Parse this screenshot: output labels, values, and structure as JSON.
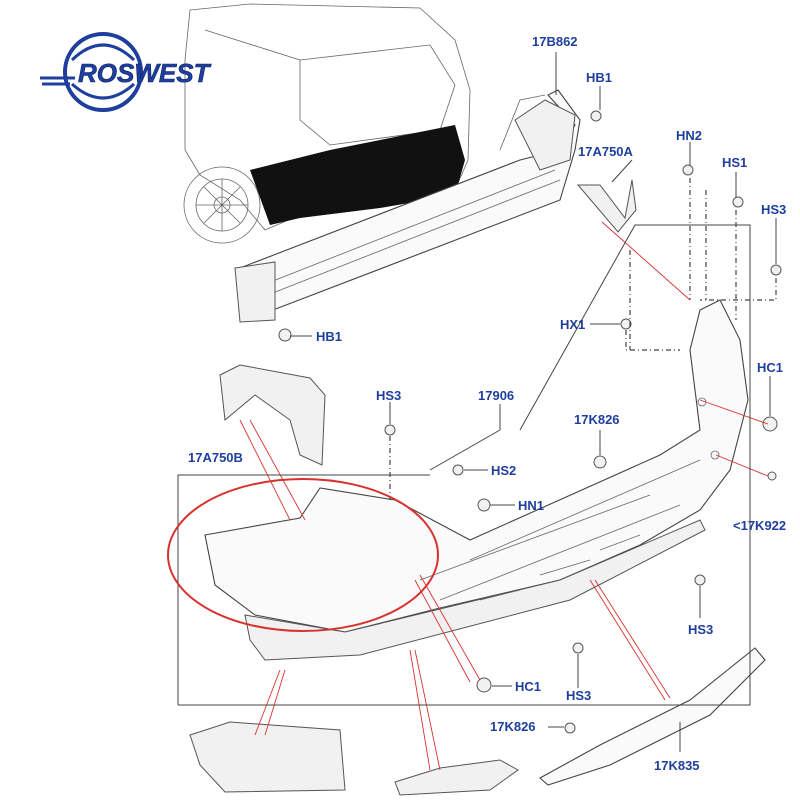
{
  "logo": {
    "text": "ROSWEST",
    "color": "#1f3f9e"
  },
  "colors": {
    "label": "#1f3f9e",
    "highlight": "#d8322e",
    "linework": "#444444"
  },
  "labels": {
    "p17B862": "17B862",
    "pHB1_top": "HB1",
    "pHB1_bottom": "HB1",
    "p17A750A": "17A750A",
    "pHN2": "HN2",
    "pHS1": "HS1",
    "pHS3_right_top": "HS3",
    "pHX1": "HX1",
    "pHC1_right": "HC1",
    "pHS3_mid": "HS3",
    "p17906": "17906",
    "p17K826_mid": "17K826",
    "p17A750B": "17A750B",
    "pHS2": "HS2",
    "pHN1": "HN1",
    "p17K922": "<17K922",
    "pHS3_lower_right": "HS3",
    "pHC1_bottom": "HC1",
    "pHS3_bottom": "HS3",
    "p17K826_bottom": "17K826",
    "p17K835": "17K835"
  }
}
